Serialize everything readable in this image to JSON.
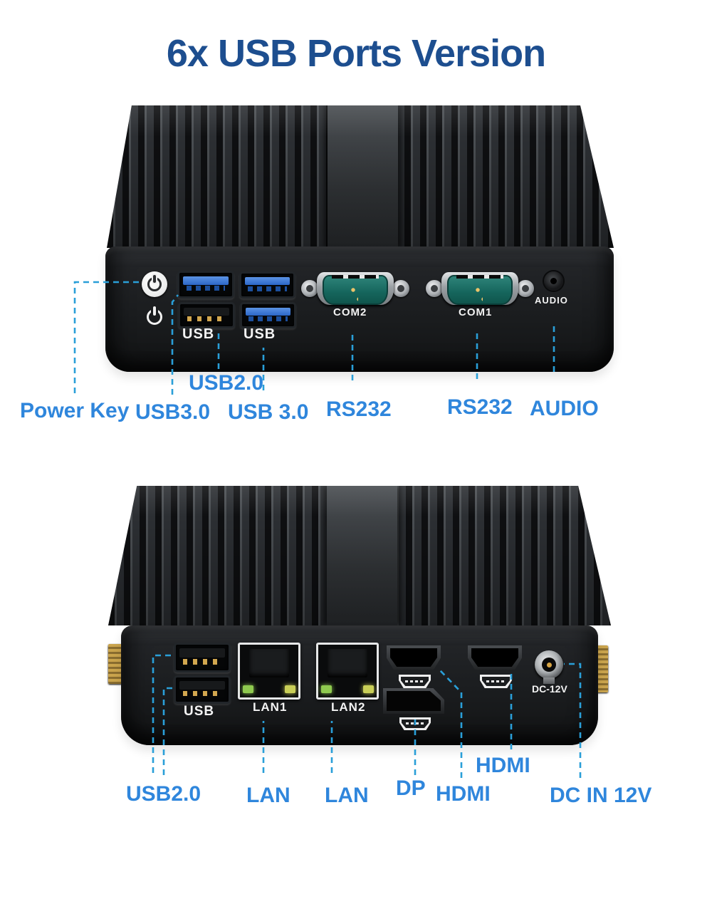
{
  "title": "6x USB Ports Version",
  "front_view": {
    "printed": {
      "usb_left": "USB",
      "usb_right": "USB",
      "com2": "COM2",
      "com1": "COM1",
      "audio": "AUDIO"
    },
    "labels": {
      "usb20": "USB2.0",
      "power_key": "Power Key",
      "usb30_left": "USB3.0",
      "usb30_right": "USB 3.0",
      "rs232_left": "RS232",
      "rs232_right": "RS232",
      "audio": "AUDIO"
    }
  },
  "rear_view": {
    "printed": {
      "usb": "USB",
      "lan1": "LAN1",
      "lan2": "LAN2",
      "dc": "DC-12V"
    },
    "labels": {
      "usb20": "USB2.0",
      "lan1": "LAN",
      "lan2": "LAN",
      "dp": "DP",
      "hdmi_bottom": "HDMI",
      "hdmi_top": "HDMI",
      "dc_in": "DC IN 12V"
    }
  },
  "colors": {
    "title": "#1d4e8f",
    "callout_text": "#2f86dc",
    "callout_line": "#2a9fd8",
    "usb3_blue": "#3b76d4",
    "dsub_green": "#1c6f65"
  }
}
